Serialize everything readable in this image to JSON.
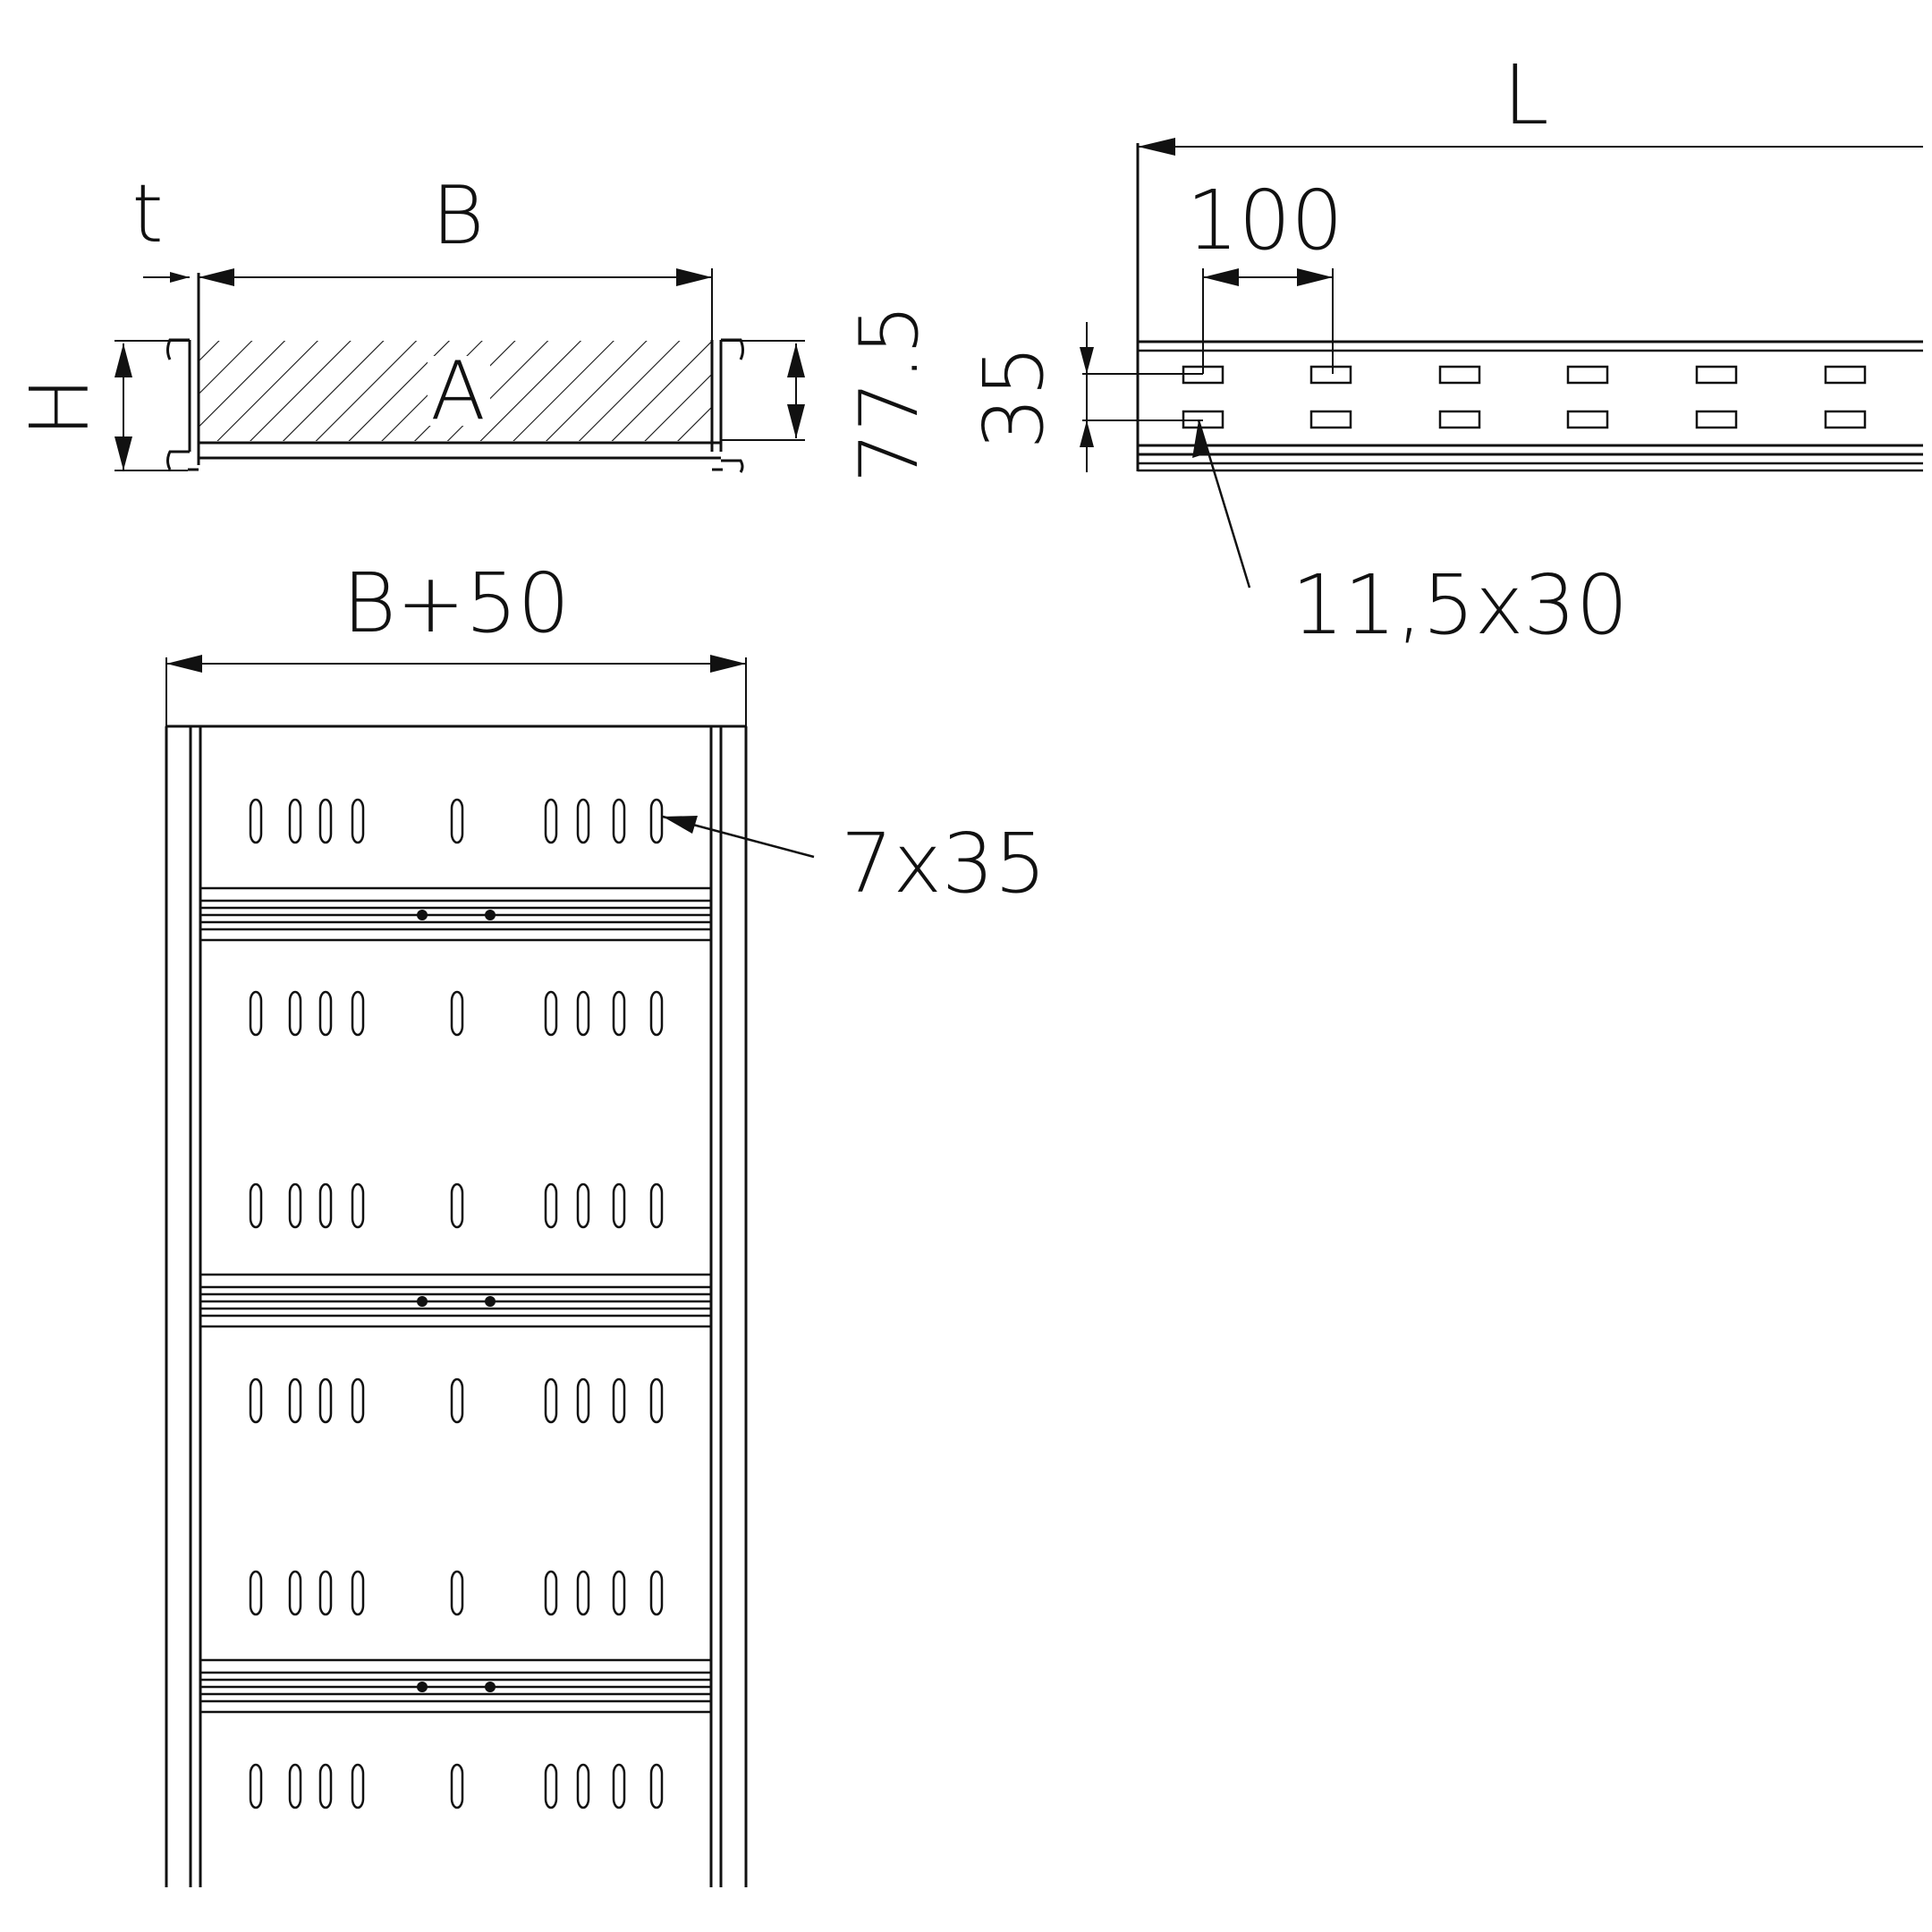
{
  "labels": {
    "t": "t",
    "B": "B",
    "H": "H",
    "A": "A",
    "height_775": "77.5",
    "L": "L",
    "spacing_100": "100",
    "height_35": "35",
    "hole_11530": "11,5x30",
    "width_B50": "B+50",
    "slot_7x35": "7x35"
  },
  "colors": {
    "line": "#111111",
    "background": "#ffffff"
  }
}
